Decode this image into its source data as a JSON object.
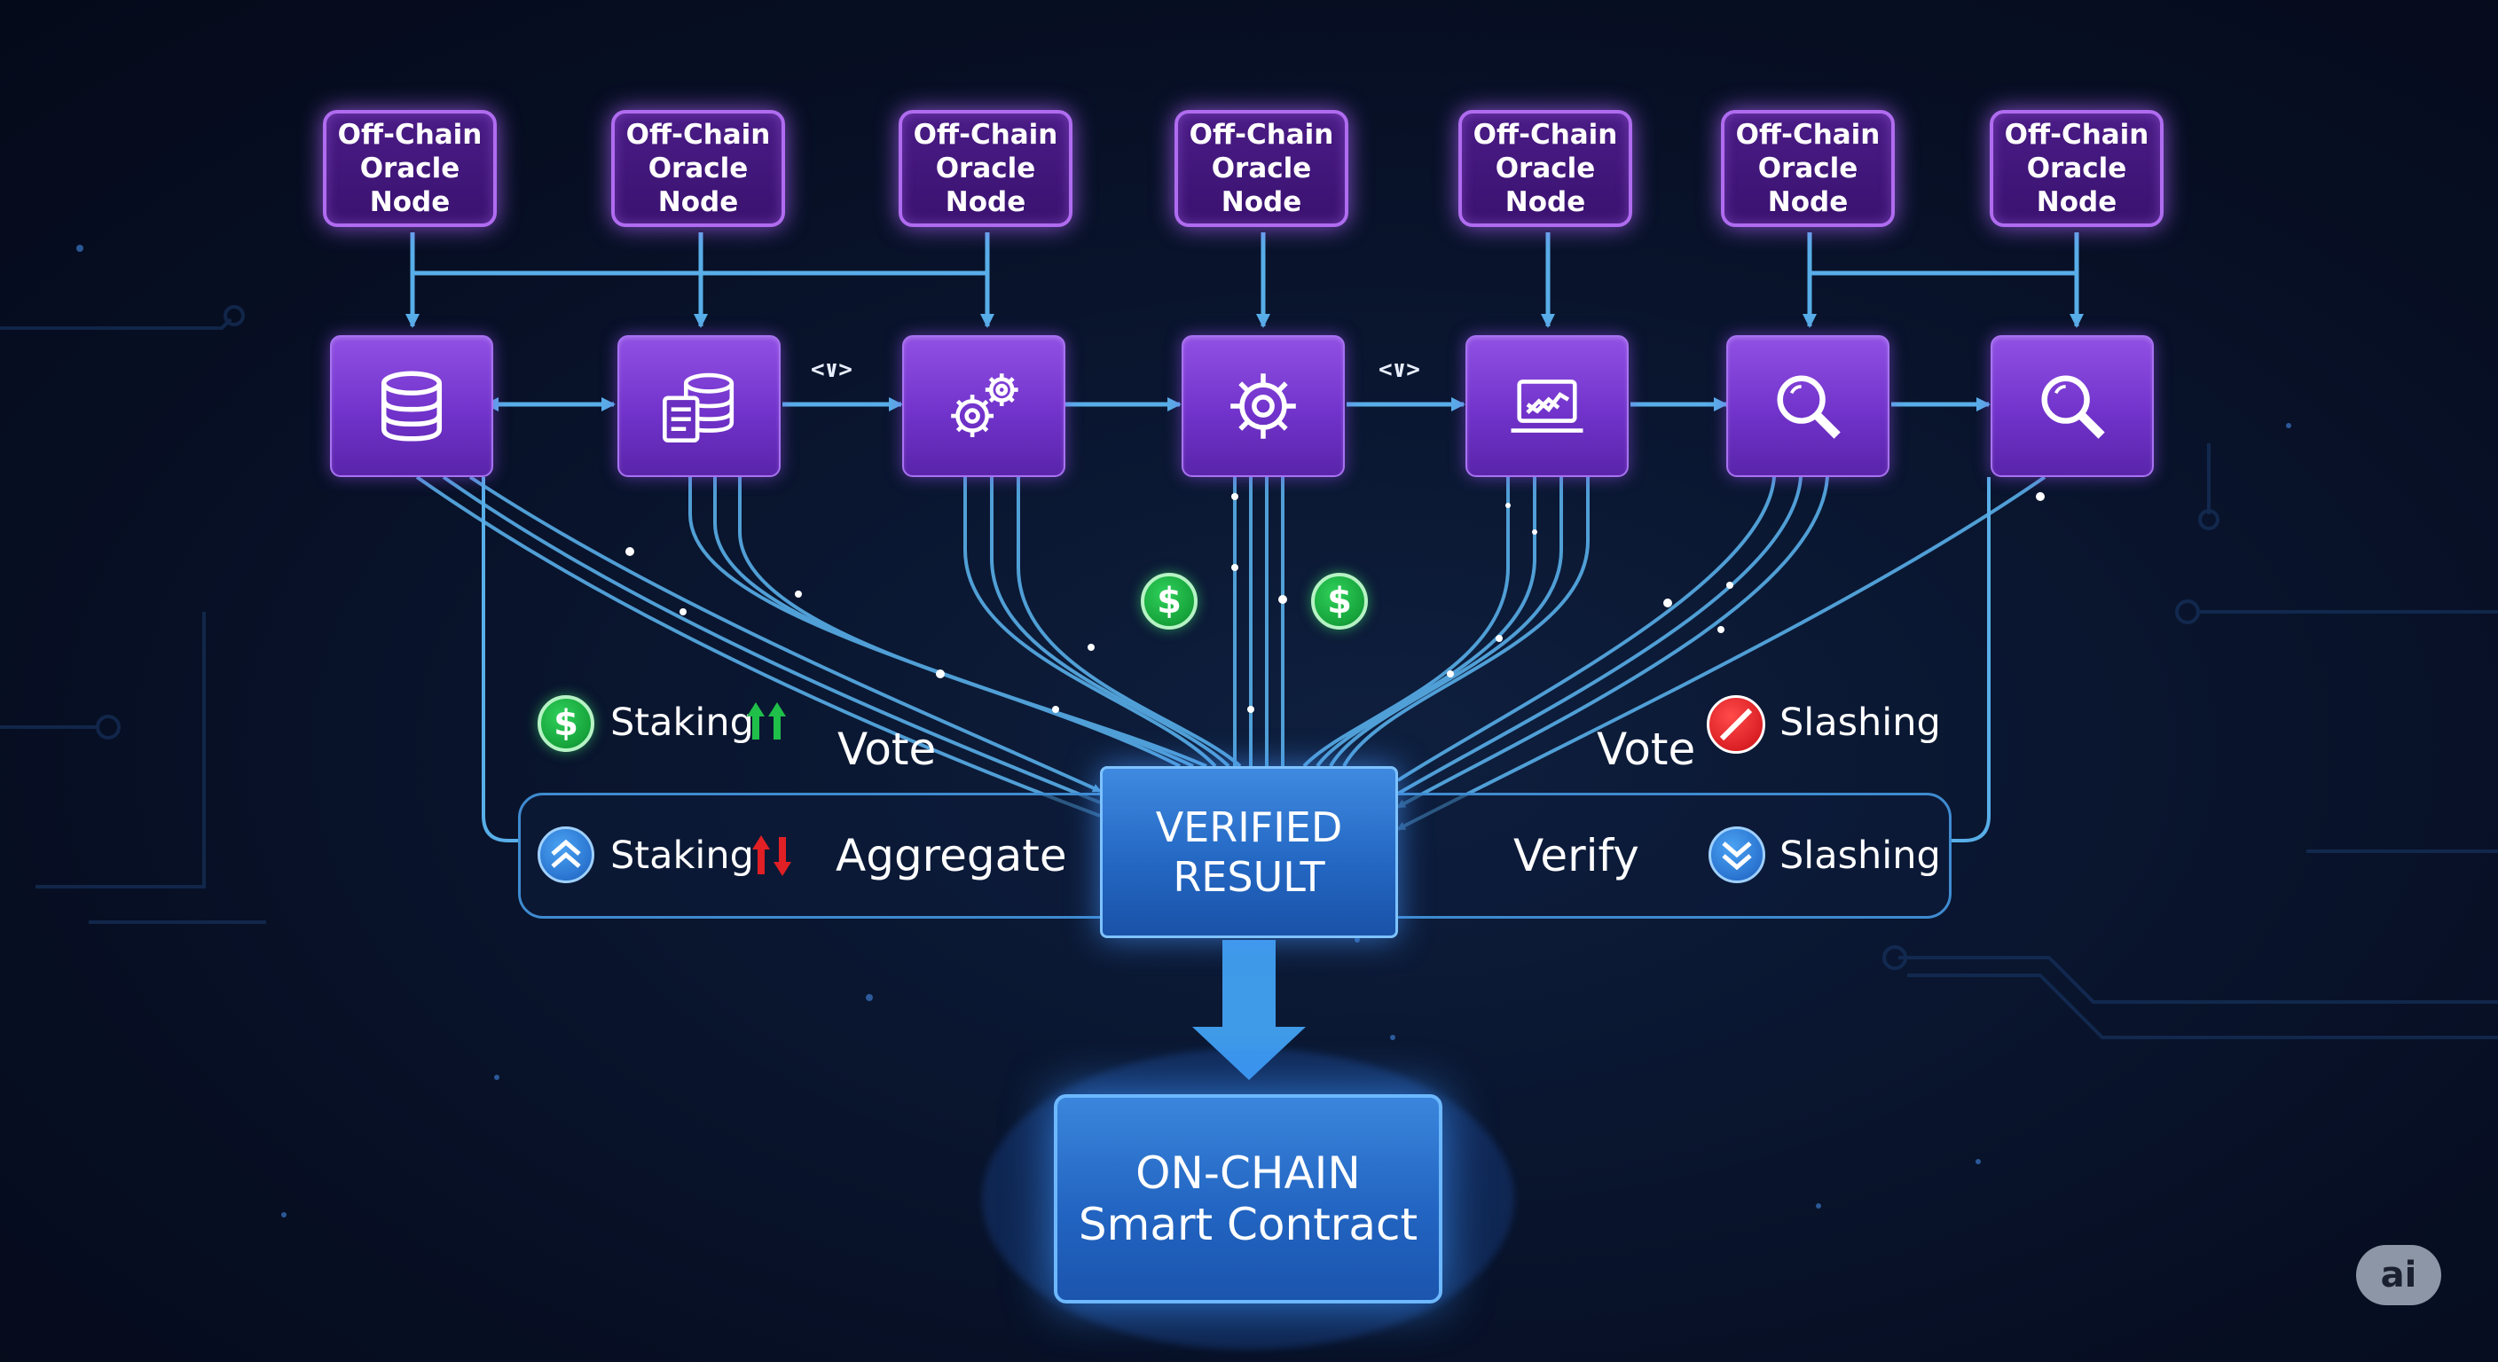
{
  "oracle_nodes": [
    {
      "line1": "Off-Chain",
      "line2": "Oracle Node"
    },
    {
      "line1": "Off-Chain",
      "line2": "Oracle Node"
    },
    {
      "line1": "Off-Chain",
      "line2": "Oracle Node"
    },
    {
      "line1": "Off-Chain",
      "line2": "Oracle Node"
    },
    {
      "line1": "Off-Chain",
      "line2": "Oracle Node"
    },
    {
      "line1": "Off-Chain",
      "line2": "Oracle Node"
    },
    {
      "line1": "Off-Chain",
      "line2": "Oracle Node"
    }
  ],
  "tiles": [
    {
      "icon": "database-icon"
    },
    {
      "icon": "document-database-icon"
    },
    {
      "icon": "gears-icon"
    },
    {
      "icon": "gear-icon"
    },
    {
      "icon": "laptop-chart-icon"
    },
    {
      "icon": "magnifier-icon"
    },
    {
      "icon": "magnifier-icon"
    }
  ],
  "code_glyphs": [
    "<∨>",
    "<∨>"
  ],
  "labels": {
    "staking_upper": "Staking",
    "vote_left": "Vote",
    "vote_right": "Vote",
    "slashing_upper": "Slashing",
    "staking_lower": "Staking",
    "aggregate": "Aggregate",
    "verify": "Verify",
    "slashing_lower": "Slashing"
  },
  "currency_symbol": "$",
  "verified_result": {
    "line1": "VERIFIED",
    "line2": "RESULT"
  },
  "on_chain": {
    "line1": "ON-CHAIN",
    "line2": "Smart Contract"
  },
  "logo_text": "ai",
  "colors": {
    "background": "#070f24",
    "node_border": "#b06cf0",
    "tile": "#7c3ad6",
    "connector": "#58aee8",
    "result_blue": "#2468c4",
    "coin_green": "#16a33b",
    "slash_red": "#d81d22"
  }
}
